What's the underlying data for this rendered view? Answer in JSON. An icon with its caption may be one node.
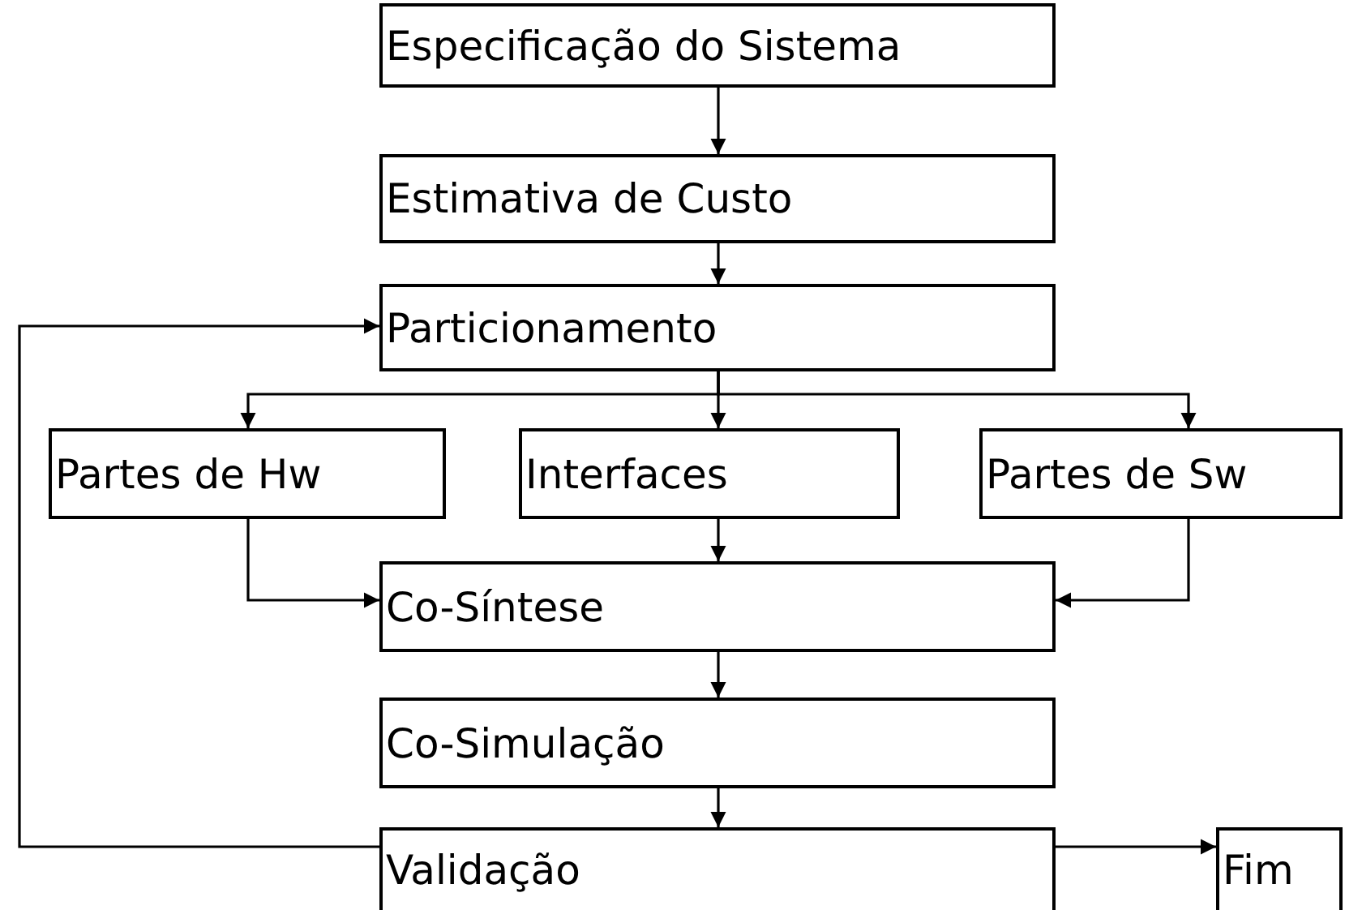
{
  "diagram": {
    "nodes": [
      {
        "text": [
          "Especificação do Sistema"
        ]
      },
      {
        "text": [
          "Estimativa de Custo"
        ]
      },
      {
        "text": [
          "Particionamento"
        ]
      },
      {
        "text": [
          "Partes de Hw"
        ]
      },
      {
        "text": [
          "Interfaces"
        ]
      },
      {
        "text": [
          "Partes de Sw"
        ]
      },
      {
        "text": [
          "Co-Síntese"
        ]
      },
      {
        "text": [
          "Co-Simulação"
        ]
      },
      {
        "text": [
          "Validação"
        ]
      },
      {
        "text": [
          "Fim"
        ]
      }
    ],
    "edges": [
      {
        "from": 0,
        "to": 1,
        "arrow": "to"
      },
      {
        "from": 1,
        "to": 2,
        "arrow": "to"
      },
      {
        "from": 2,
        "to": 3,
        "arrow": "to"
      },
      {
        "from": 2,
        "to": 4,
        "arrow": "to"
      },
      {
        "from": 2,
        "to": 5,
        "arrow": "to"
      },
      {
        "from": 3,
        "to": 6,
        "arrow": "to"
      },
      {
        "from": 4,
        "to": 6,
        "arrow": "to"
      },
      {
        "from": 5,
        "to": 6,
        "arrow": "to"
      },
      {
        "from": 6,
        "to": 7,
        "arrow": "to"
      },
      {
        "from": 7,
        "to": 8,
        "arrow": "to"
      },
      {
        "from": 8,
        "to": 2,
        "arrow": "to"
      },
      {
        "from": 8,
        "to": 9,
        "arrow": "to"
      }
    ]
  }
}
